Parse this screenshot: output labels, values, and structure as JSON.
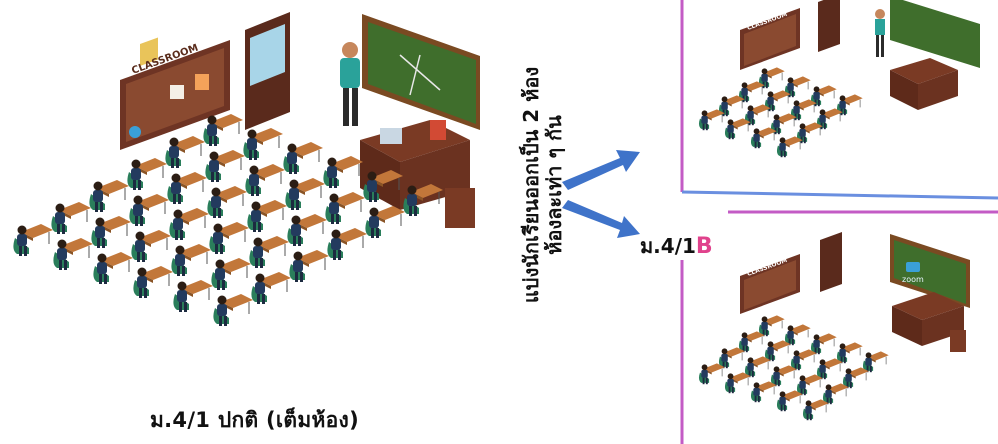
{
  "captions": {
    "main_room": "ม.4/1 ปกติ (เต็มห้อง)",
    "split_line1": "แบ่งนักเรียนออกเป็น 2 ห้อง",
    "split_line2": "ห้องละเท่า ๆ กัน",
    "room_b_prefix": "ม.4/1",
    "room_b_letter": "B"
  },
  "boards": {
    "classroom_word": "CLASSROOM",
    "zoom_word": "zoom"
  },
  "colors": {
    "accent_pink": "#e0428c",
    "accent_yellow": "#f2b21b",
    "arrow_blue": "#3f73c9",
    "divider_purple": "#c35bc5",
    "divider_blue": "#4a7fd6",
    "chalkboard": "#3f6e2c",
    "desk_wood": "#b06b2c",
    "wall_wood": "#6e3424",
    "student_uniform": "#233b5e",
    "chair_green": "#2a7e5b"
  }
}
